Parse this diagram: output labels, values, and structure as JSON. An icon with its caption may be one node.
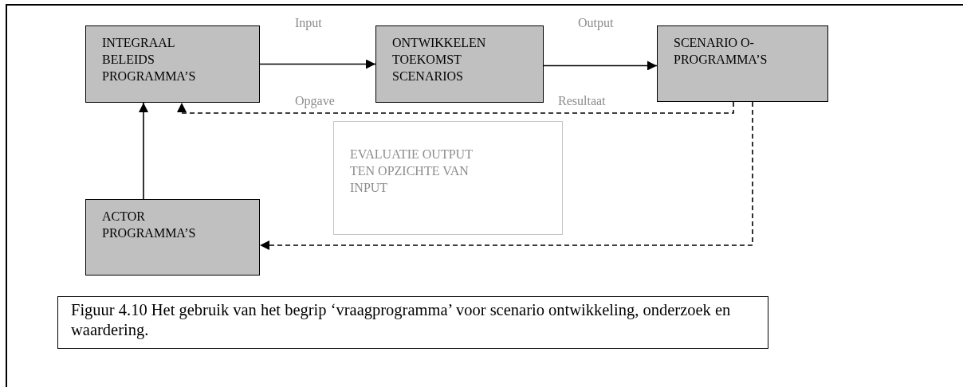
{
  "diagram": {
    "caption": "Figuur 4.10 Het gebruik van het begrip ‘vraagprogramma’ voor scenario ontwikkeling, onderzoek en waardering.",
    "nodes": [
      {
        "text": [
          "INTEGRAAL BELEIDS PROGRAMMA’S"
        ]
      },
      {
        "text": [
          "ONTWIKKELEN TOEKOMST SCENARIOS"
        ]
      },
      {
        "text": [
          "SCENARIO O-PROGRAMMA’S"
        ]
      },
      {
        "text": [
          "EVALUATIE OUTPUT TEN OPZICHTE VAN INPUT"
        ]
      },
      {
        "text": [
          "ACTOR PROGRAMMA’S"
        ]
      }
    ],
    "edges": [
      {
        "from": 0,
        "to": 1,
        "arrow": "to"
      },
      {
        "from": 1,
        "to": 2,
        "arrow": "to"
      },
      {
        "from": 4,
        "to": 0,
        "arrow": "to"
      },
      {
        "from": 2,
        "to": 0,
        "arrow": "to",
        "style": "dashed"
      },
      {
        "from": 2,
        "to": 4,
        "arrow": "to",
        "style": "dashed"
      }
    ],
    "labels": [
      "Input",
      "Output",
      "Opgave",
      "Resultaat"
    ]
  }
}
